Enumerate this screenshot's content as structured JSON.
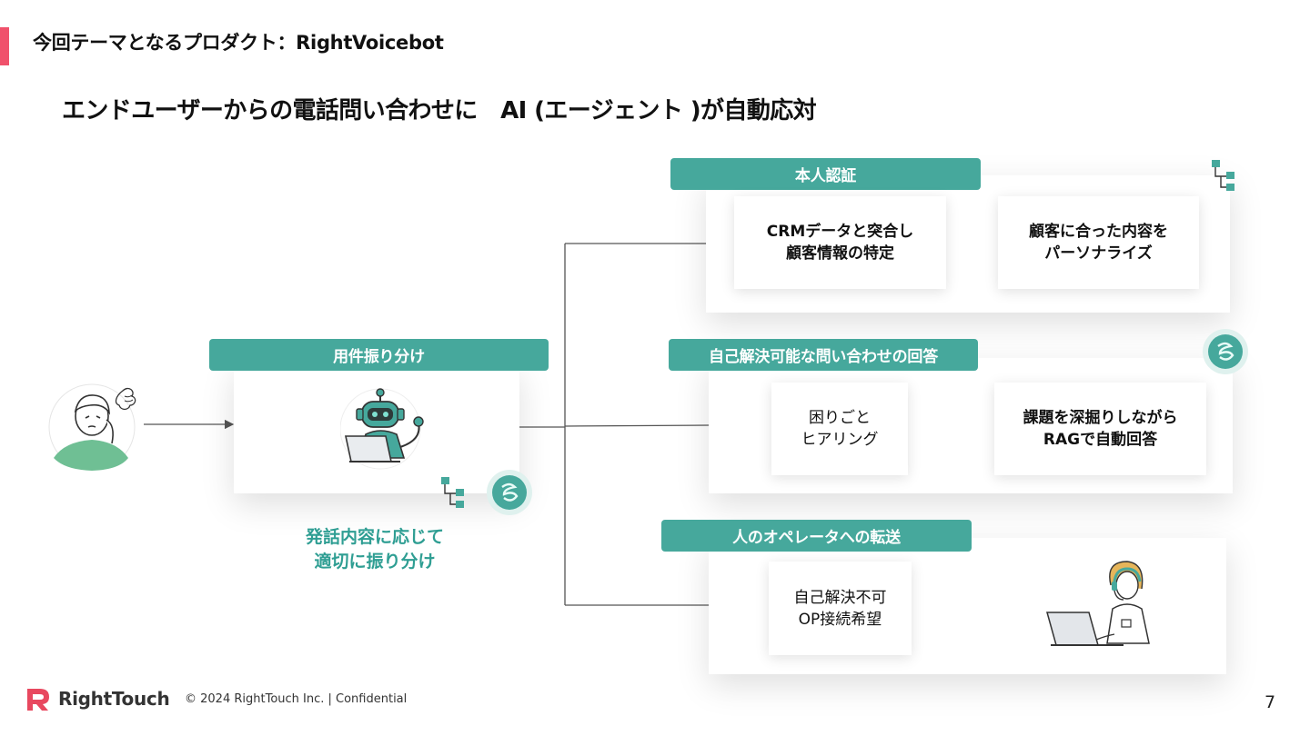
{
  "header": {
    "heading": "今回テーマとなるプロダクト：RightVoicebot",
    "subtitle": "エンドユーザーからの電話問い合わせに　AI (エージェント )が自動応対"
  },
  "routing": {
    "label": "用件振り分け",
    "caption": "発話内容に応じて\n適切に振り分け"
  },
  "flows": [
    {
      "label": "本人認証",
      "step1": "CRMデータと突合し\n顧客情報の特定",
      "step2": "顧客に合った内容を\nパーソナライズ"
    },
    {
      "label": "自己解決可能な問い合わせの回答",
      "step1": "困りごと\nヒアリング",
      "step2": "課題を深掘りしながら\nRAGで自動回答"
    },
    {
      "label": "人のオペレータへの転送",
      "step1": "自己解決不可\nOP接続希望"
    }
  ],
  "footer": {
    "logo_text": "RightTouch",
    "copyright": "© 2024 RightTouch Inc.  |  Confidential",
    "page_number": "7"
  },
  "colors": {
    "accent": "#f0516b",
    "teal": "#46a89c",
    "teal_text": "#2f9e93"
  },
  "icons": [
    "caller-person-icon",
    "robot-agent-icon",
    "workflow-tree-icon",
    "ai-swirl-icon",
    "operator-person-icon",
    "brand-logo-icon"
  ]
}
